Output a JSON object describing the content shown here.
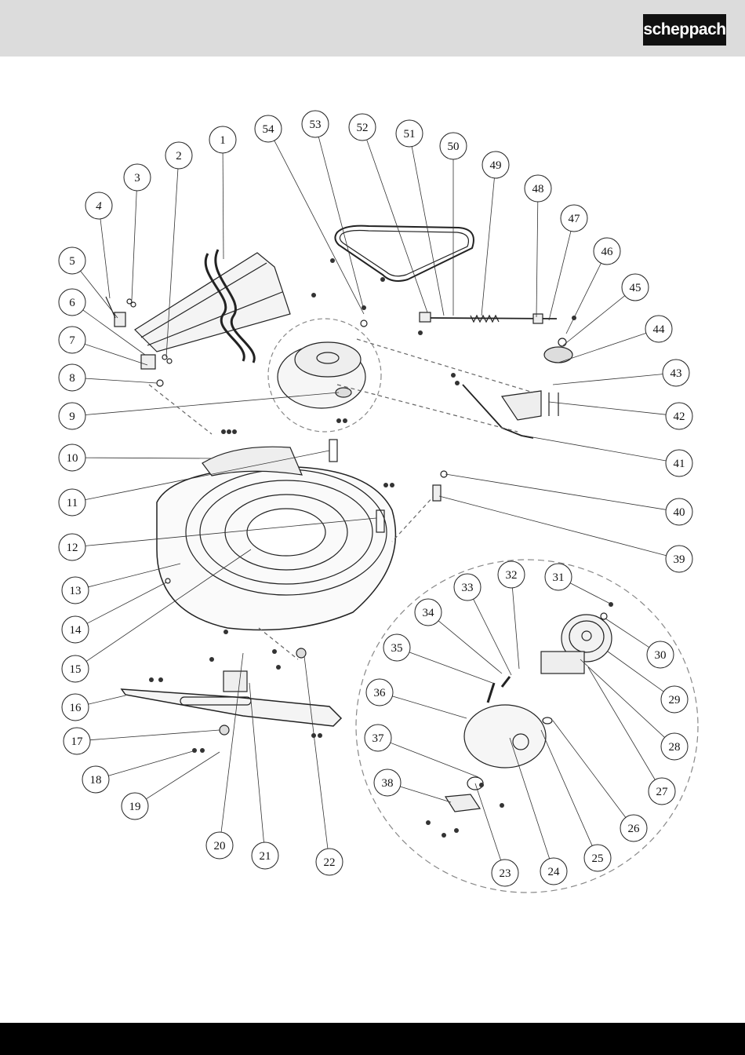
{
  "brand": {
    "logo_text": "scheppach"
  },
  "diagram": {
    "callouts": [
      "1",
      "2",
      "3",
      "4",
      "5",
      "6",
      "7",
      "8",
      "9",
      "10",
      "11",
      "12",
      "13",
      "14",
      "15",
      "16",
      "17",
      "18",
      "19",
      "20",
      "21",
      "22",
      "23",
      "24",
      "25",
      "26",
      "27",
      "28",
      "29",
      "30",
      "31",
      "32",
      "33",
      "34",
      "35",
      "36",
      "37",
      "38",
      "39",
      "40",
      "41",
      "42",
      "43",
      "44",
      "45",
      "46",
      "47",
      "48",
      "49",
      "50",
      "51",
      "52",
      "53",
      "54"
    ]
  }
}
